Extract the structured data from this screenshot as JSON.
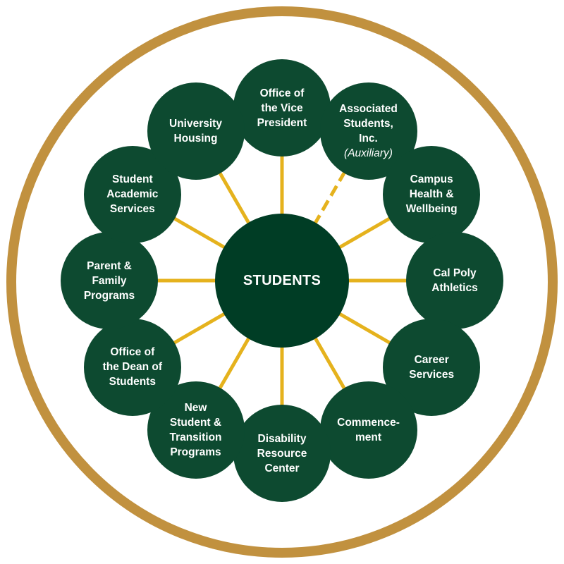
{
  "center": {
    "label": "STUDENTS"
  },
  "nodes": [
    {
      "id": "office-vp",
      "lines": [
        "Office of",
        "the Vice",
        "President"
      ]
    },
    {
      "id": "associated-students",
      "lines": [
        "Associated",
        "Students,",
        "Inc."
      ],
      "sub": "(Auxiliary)",
      "dashed": true
    },
    {
      "id": "campus-health",
      "lines": [
        "Campus",
        "Health &",
        "Wellbeing"
      ]
    },
    {
      "id": "athletics",
      "lines": [
        "Cal Poly",
        "Athletics"
      ]
    },
    {
      "id": "career-services",
      "lines": [
        "Career",
        "Services"
      ]
    },
    {
      "id": "commencement",
      "lines": [
        "Commence-",
        "ment"
      ]
    },
    {
      "id": "disability-resource-center",
      "lines": [
        "Disability",
        "Resource",
        "Center"
      ]
    },
    {
      "id": "new-student-programs",
      "lines": [
        "New",
        "Student &",
        "Transition",
        "Programs"
      ]
    },
    {
      "id": "dean-of-students",
      "lines": [
        "Office of",
        "the Dean of",
        "Students"
      ]
    },
    {
      "id": "parent-family-programs",
      "lines": [
        "Parent &",
        "Family",
        "Programs"
      ]
    },
    {
      "id": "student-academic-services",
      "lines": [
        "Student",
        "Academic",
        "Services"
      ]
    },
    {
      "id": "university-housing",
      "lines": [
        "University",
        "Housing"
      ]
    }
  ],
  "colors": {
    "ring": "#c1913f",
    "node": "#0d4a30",
    "center": "#003d25",
    "spoke": "#e5b21d",
    "text": "#ffffff"
  }
}
